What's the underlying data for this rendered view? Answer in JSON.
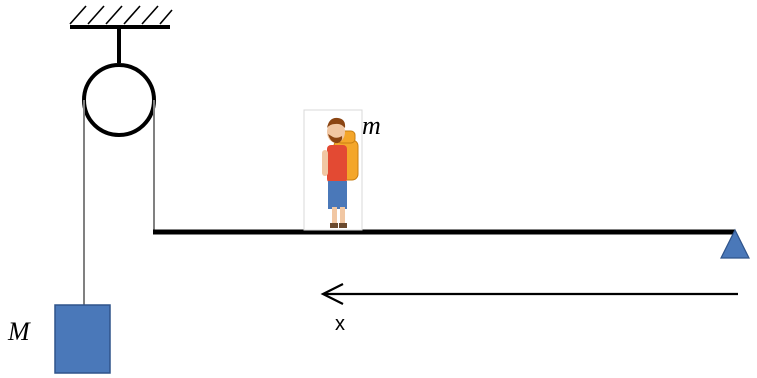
{
  "labels": {
    "small_mass": "m",
    "large_mass": "M",
    "axis": "x"
  },
  "colors": {
    "line": "#000000",
    "rope": "#808080",
    "block": "#4a78b9",
    "block_border": "#2f538a",
    "support": "#4a78b9",
    "skin": "#f1c7a3",
    "hair": "#8b4513",
    "shirt": "#e34a33",
    "backpack": "#f4a62a",
    "shorts": "#4a78b9"
  },
  "icons": {
    "ceiling": "hatched-ceiling-icon",
    "pulley": "pulley-icon",
    "person": "hiker-with-backpack-icon",
    "support": "triangle-pivot-icon",
    "arrow": "left-arrow-icon"
  }
}
